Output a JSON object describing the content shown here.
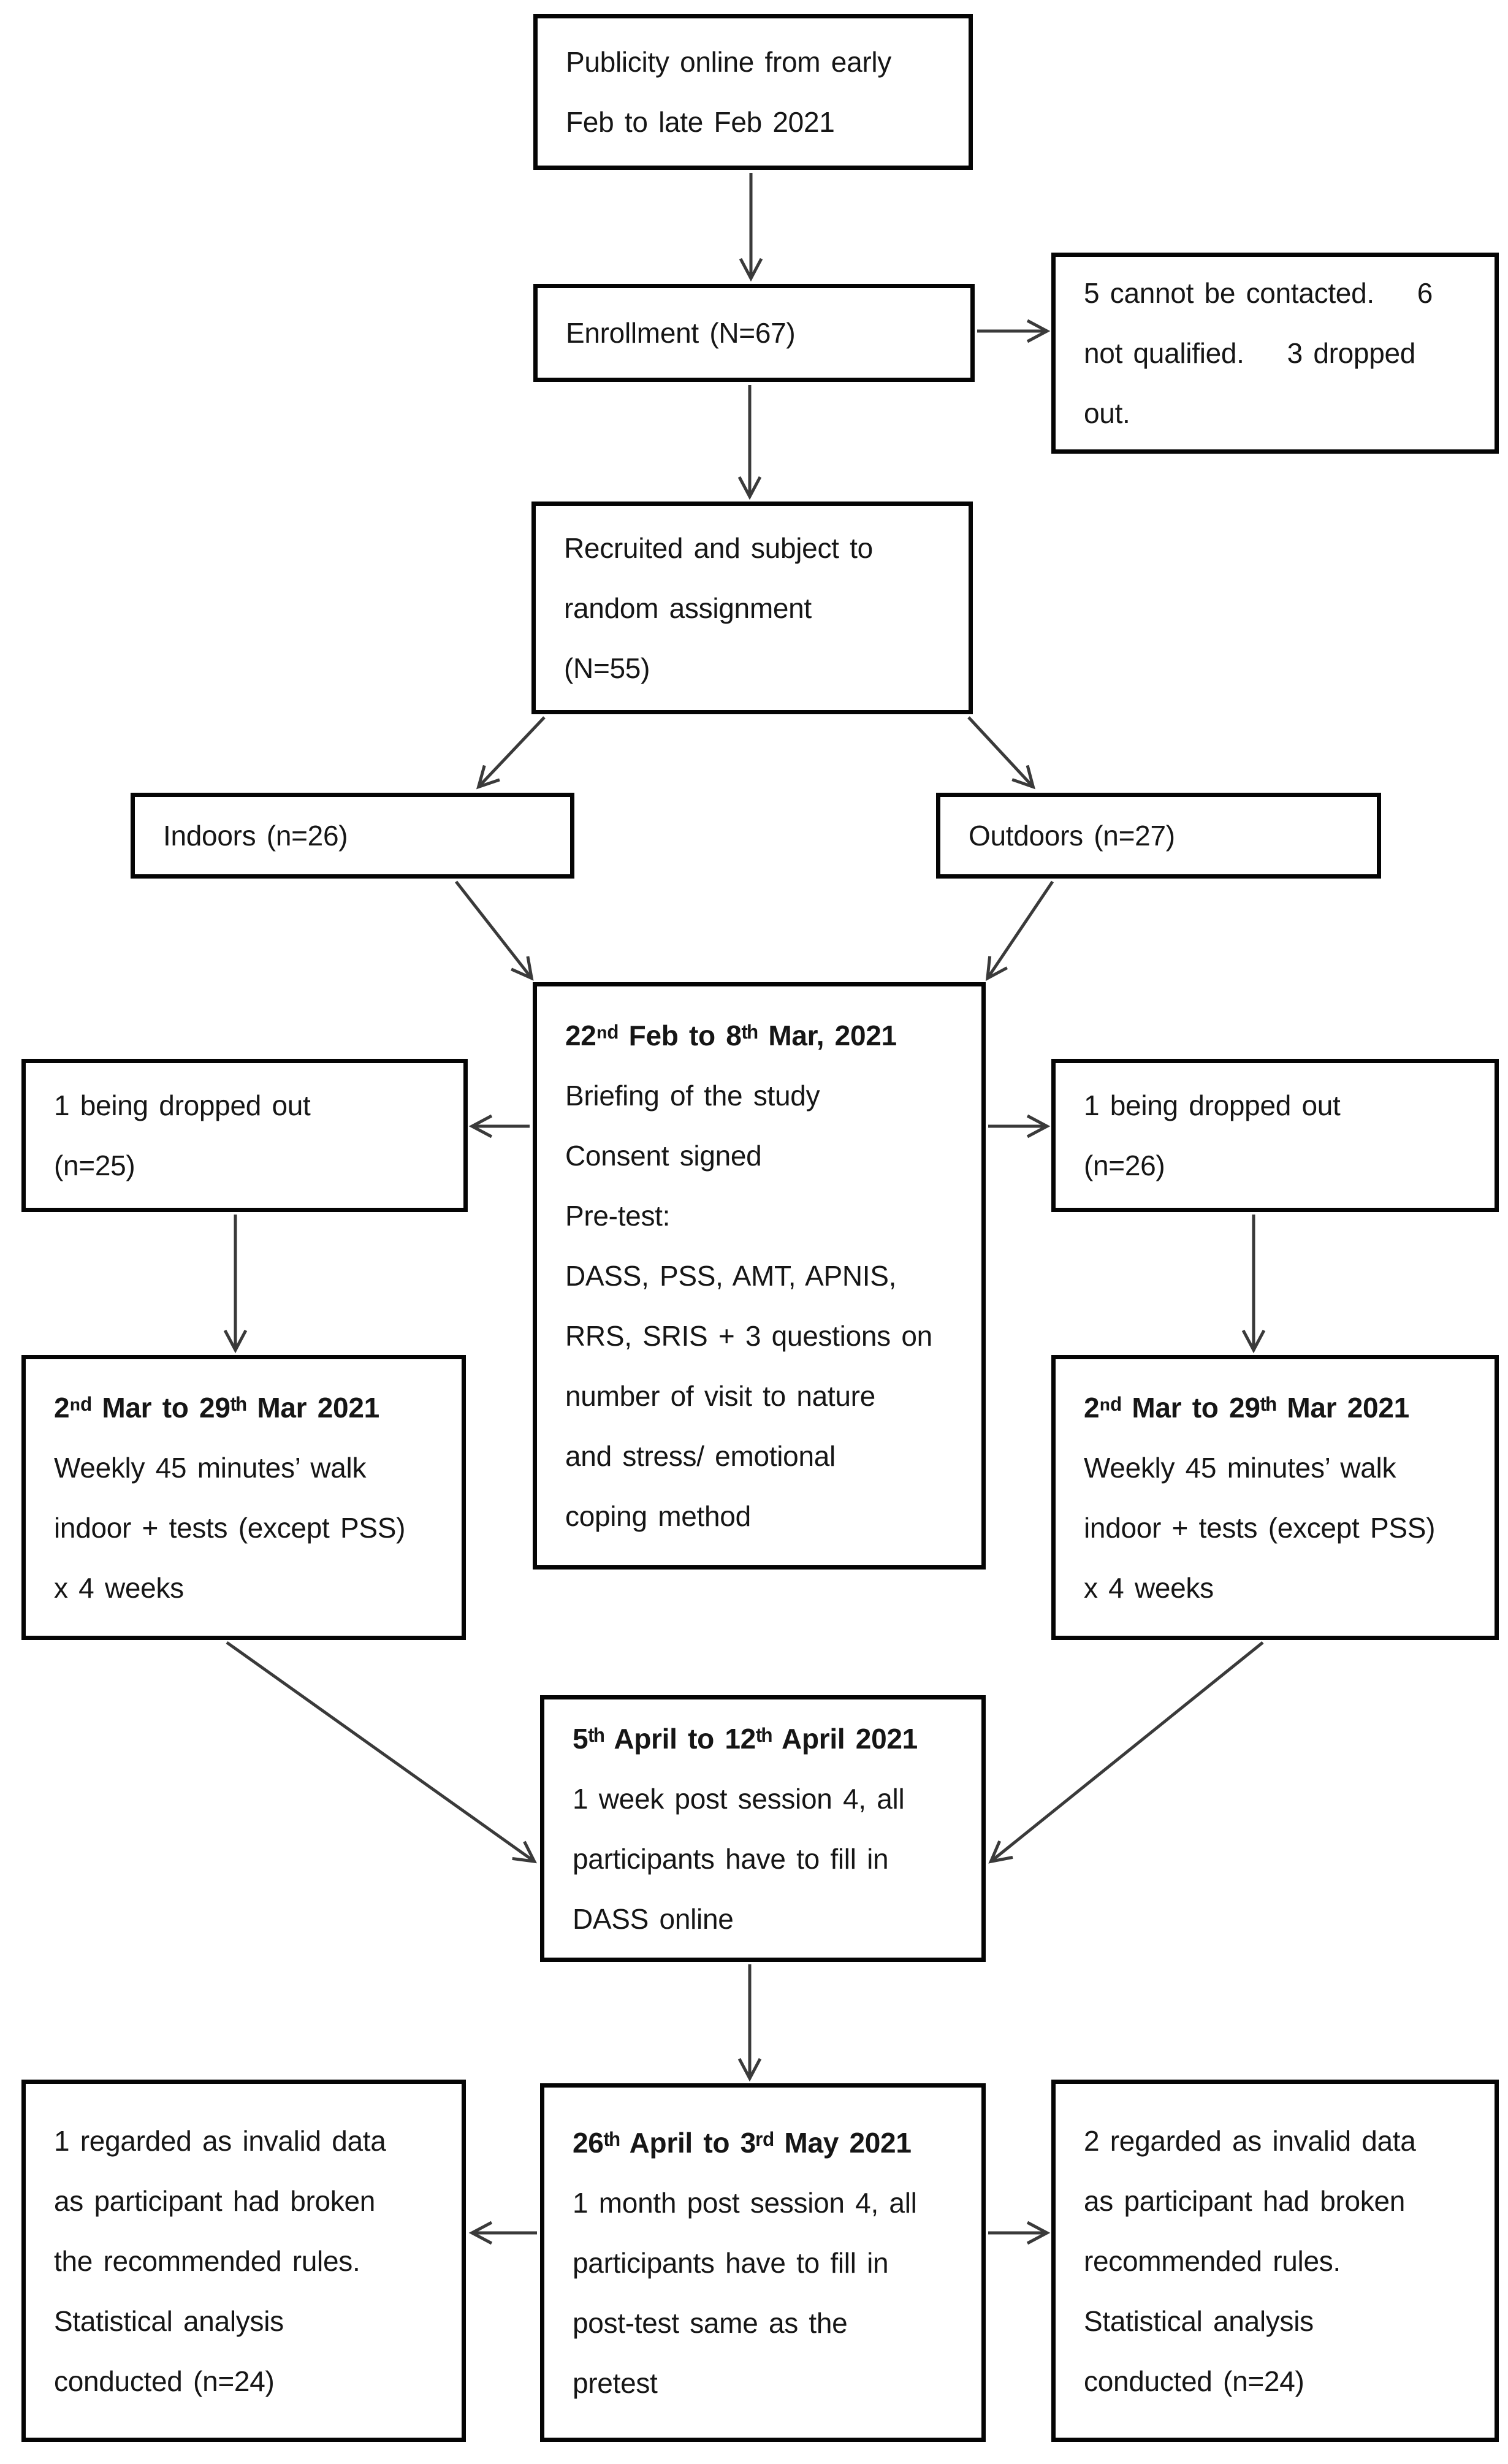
{
  "figure": {
    "background_color": "#ffffff",
    "text_color": "#161616",
    "border_color": "#050505",
    "arrow_color": "#3a3a3a"
  },
  "boxes": {
    "publicity": {
      "lines": [
        "Publicity online from early",
        "Feb to late Feb 2021"
      ]
    },
    "enrollment": {
      "lines": [
        "Enrollment (N=67)"
      ]
    },
    "exclusions": {
      "lines": [
        "5 cannot be contacted.    6",
        "not qualified.    3 dropped",
        "out."
      ]
    },
    "recruited": {
      "lines": [
        "Recruited and subject to",
        "random assignment",
        "(N=55)"
      ]
    },
    "indoors": {
      "lines": [
        "Indoors (n=26)"
      ]
    },
    "outdoors": {
      "lines": [
        "Outdoors (n=27)"
      ]
    },
    "briefing": {
      "lines": [
        "22ⁿᵈ Feb to 8ᵗʰ Mar, 2021",
        "Briefing of the study",
        "Consent signed",
        "Pre-test:",
        "DASS, PSS, AMT, APNIS,",
        "RRS, SRIS + 3 questions on",
        "number of visit to nature",
        "and stress/ emotional",
        "coping method"
      ]
    },
    "dropout_left": {
      "lines": [
        "1 being dropped out",
        "(n=25)"
      ]
    },
    "dropout_right": {
      "lines": [
        "1 being dropped out",
        "(n=26)"
      ]
    },
    "walk_left": {
      "lines": [
        "2ⁿᵈ Mar to 29ᵗʰ Mar 2021",
        "Weekly 45 minutes’ walk",
        "indoor + tests (except PSS)",
        "x 4 weeks"
      ]
    },
    "walk_right": {
      "lines": [
        "2ⁿᵈ Mar to 29ᵗʰ Mar 2021",
        "Weekly 45 minutes’ walk",
        "indoor + tests (except PSS)",
        "x 4 weeks"
      ]
    },
    "april": {
      "lines": [
        "5ᵗʰ April to 12ᵗʰ April 2021",
        "1 week post session 4, all",
        "participants have to fill in",
        "DASS online"
      ]
    },
    "may": {
      "lines": [
        "26ᵗʰ April to 3ʳᵈ May 2021",
        "1 month post session 4, all",
        "participants have to fill in",
        "post-test same as the",
        "pretest"
      ]
    },
    "invalid_left": {
      "lines": [
        "1 regarded as invalid data",
        "as participant had broken",
        "the recommended rules.",
        "Statistical analysis",
        "conducted (n=24)"
      ]
    },
    "invalid_right": {
      "lines": [
        "2 regarded as invalid data",
        "as participant had broken",
        "recommended rules.",
        "Statistical analysis",
        "conducted (n=24)"
      ]
    }
  }
}
